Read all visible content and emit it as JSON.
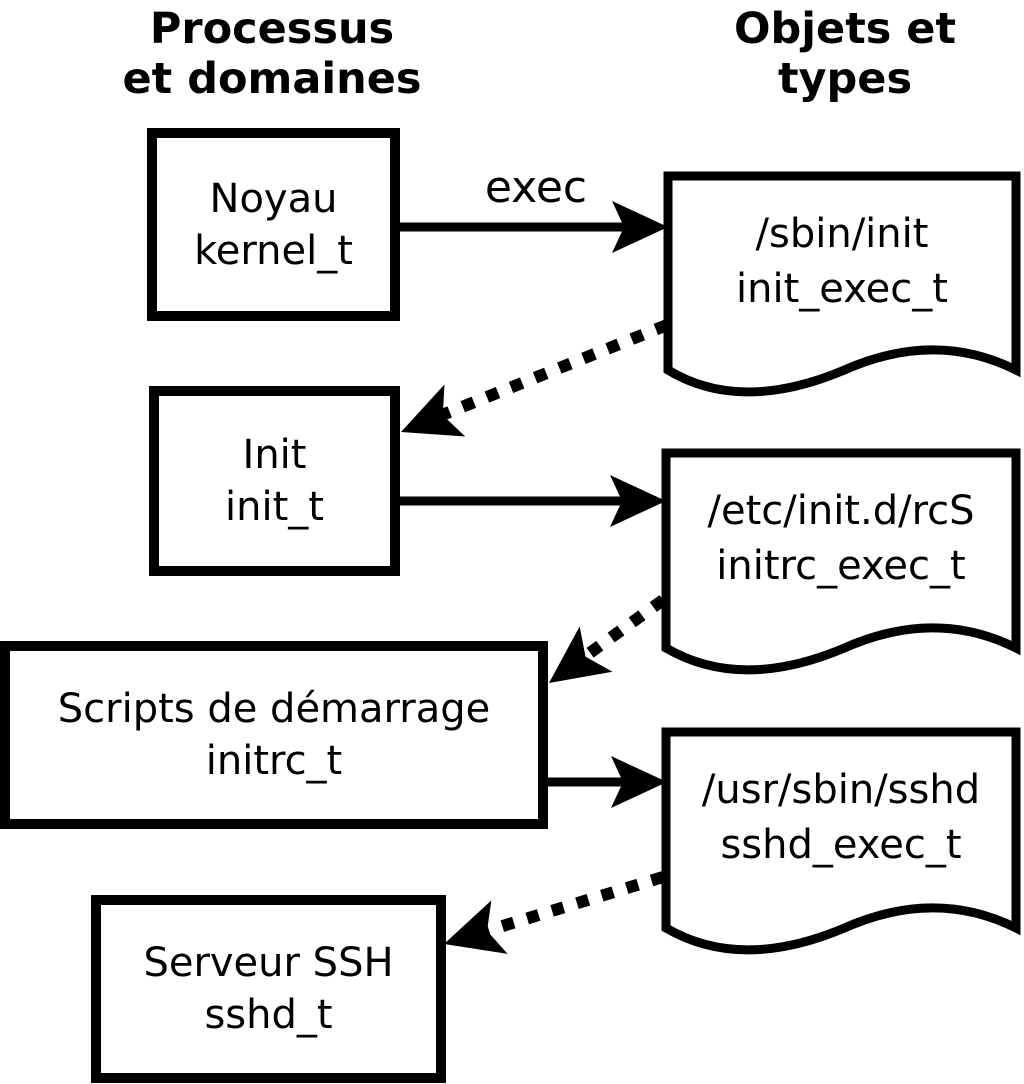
{
  "diagram": {
    "columns": {
      "left": {
        "line1": "Processus",
        "line2": "et domaines"
      },
      "right": {
        "line1": "Objets et",
        "line2": "types"
      }
    },
    "processes": [
      {
        "name": "Noyau",
        "domain": "kernel_t"
      },
      {
        "name": "Init",
        "domain": "init_t"
      },
      {
        "name": "Scripts de démarrage",
        "domain": "initrc_t"
      },
      {
        "name": "Serveur SSH",
        "domain": "sshd_t"
      }
    ],
    "objects": [
      {
        "path": "/sbin/init",
        "type": "init_exec_t"
      },
      {
        "path": "/etc/init.d/rcS",
        "type": "initrc_exec_t"
      },
      {
        "path": "/usr/sbin/sshd",
        "type": "sshd_exec_t"
      }
    ],
    "arrow_label": "exec",
    "colors": {
      "ink": "#000000",
      "background": "#ffffff"
    }
  }
}
